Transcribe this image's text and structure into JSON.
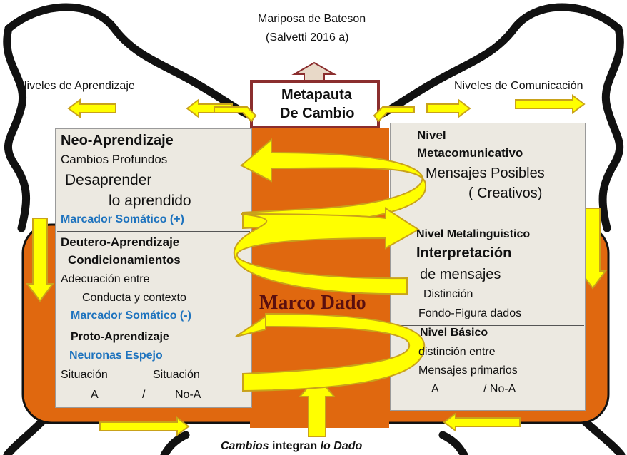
{
  "header": {
    "title": "Mariposa de Bateson",
    "citation": "(Salvetti 2016 a)"
  },
  "top_labels": {
    "left": "Niveles de Aprendizaje",
    "right": "Niveles de Comunicación"
  },
  "center_box": {
    "line1": "Metapauta",
    "line2": "De Cambio"
  },
  "center_label": "Marco Dado",
  "bottom_caption": {
    "part1": "Cambios",
    "part2": " integran ",
    "part3": "lo Dado"
  },
  "left_panel": {
    "neo": {
      "title": "Neo-Aprendizaje",
      "line1": "Cambios Profundos",
      "line2": "Desaprender",
      "line3": "lo aprendido",
      "marker": "Marcador Somático (+)"
    },
    "deutero": {
      "title": "Deutero-Aprendizaje",
      "subtitle": "Condicionamientos",
      "line1": "Adecuación  entre",
      "line2": "Conducta y contexto",
      "marker": "Marcador Somático (-)"
    },
    "proto": {
      "title": "Proto-Aprendizaje",
      "subtitle": "Neuronas Espejo",
      "line1a": "Situación",
      "line1b": "Situación",
      "line2a": "A",
      "line2b": "/",
      "line2c": "No-A"
    }
  },
  "right_panel": {
    "meta": {
      "title1": "Nivel",
      "title2": "Metacomunicativo",
      "line1": "Mensajes Posibles",
      "line2": "( Creativos)"
    },
    "metaling": {
      "title": "Nivel Metalinguistico",
      "subtitle": "Interpretación",
      "line1": "de mensajes",
      "line2": "Distinción",
      "line3": "Fondo-Figura dados"
    },
    "basic": {
      "title": "Nivel  Básico",
      "line1": "distinción entre",
      "line2": "Mensajes  primarios",
      "line3a": "A",
      "line3b": "/  No-A"
    }
  },
  "colors": {
    "frame_orange": "#e0680f",
    "arrow_yellow": "#ffff00",
    "arrow_outline": "#c9a21a",
    "center_border": "#8b2e2e",
    "blue_text": "#1e73be",
    "panel_bg": "#ece9e1"
  }
}
